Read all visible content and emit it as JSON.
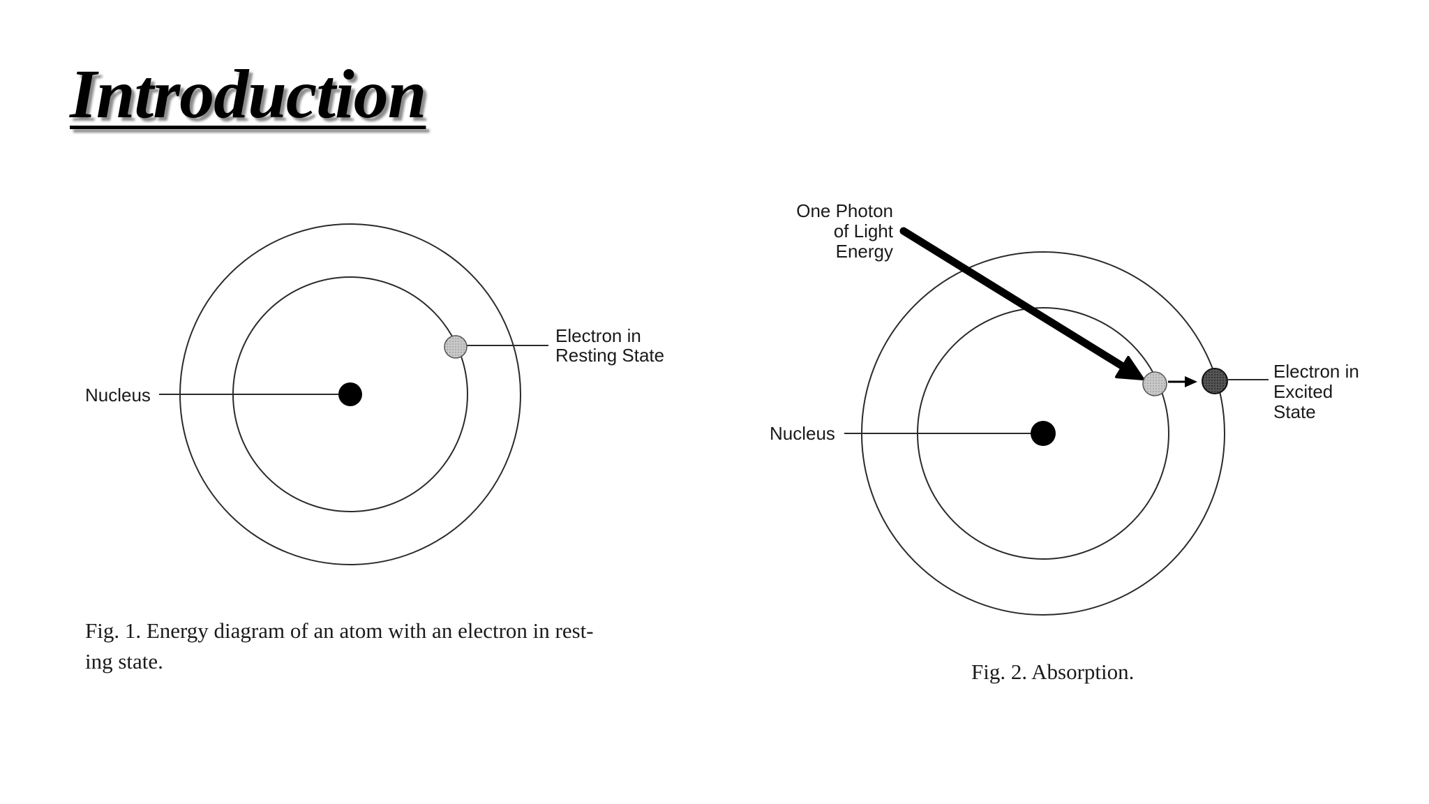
{
  "slide": {
    "title": "Introduction"
  },
  "figure1": {
    "nucleus_label": "Nucleus",
    "electron_label_line1": "Electron in",
    "electron_label_line2": "Resting State",
    "caption_line1": "Fig. 1. Energy diagram of an atom with an electron in rest-",
    "caption_line2": "ing state."
  },
  "figure2": {
    "photon_label_line1": "One Photon",
    "photon_label_line2": "of Light",
    "photon_label_line3": "Energy",
    "nucleus_label": "Nucleus",
    "electron_label_line1": "Electron in",
    "electron_label_line2": "Excited",
    "electron_label_line3": "State",
    "caption": "Fig. 2. Absorption."
  },
  "colors": {
    "nucleus": "#000000",
    "resting_electron": "#b5b5b5",
    "excited_electron": "#3a3a3a",
    "orbit_stroke": "#2a2a2a"
  }
}
